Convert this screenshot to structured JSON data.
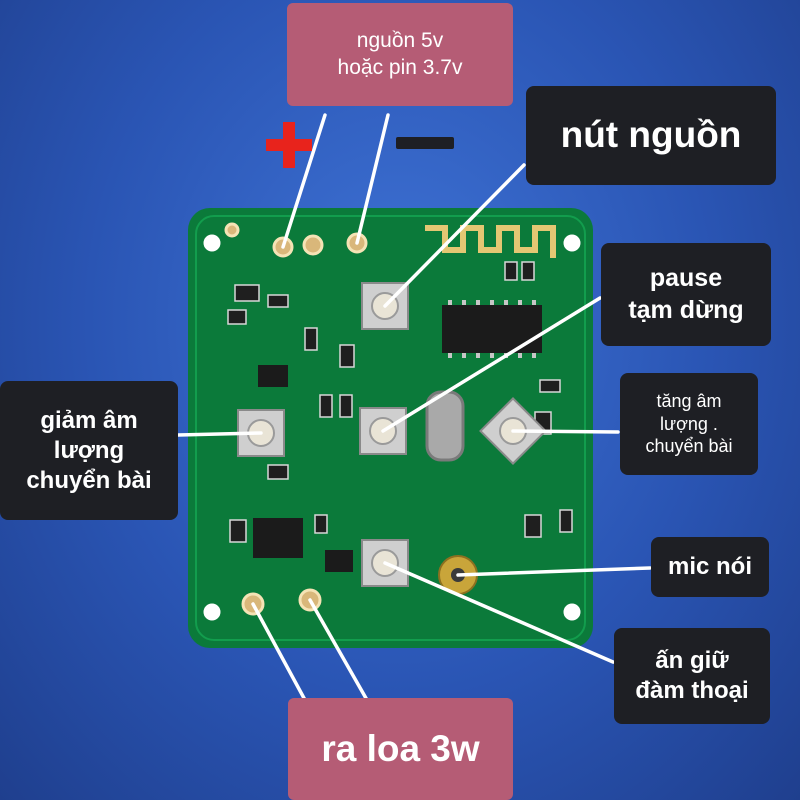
{
  "labels": {
    "power_input": "nguồn 5v\nhoặc pin 3.7v",
    "power_button": "nút nguồn",
    "pause": "pause\ntạm dừng",
    "volume_down": "giảm âm\nlượng\nchuyển bài",
    "volume_up": "tăng âm\nlượng .\nchuyển bài",
    "mic": "mic nói",
    "call": "ấn giữ\nđàm thoại",
    "speaker_out": "ra loa 3w"
  },
  "colors": {
    "background": "#2a55b4",
    "pcb": "#0b7a3a",
    "dark_label": "#1e1f24",
    "pink_label": "#b55c75",
    "plus_sign": "#e8231c",
    "minus_sign": "#1e1f24"
  },
  "icons": {
    "plus": "plus-sign-icon",
    "minus": "minus-sign-icon"
  }
}
